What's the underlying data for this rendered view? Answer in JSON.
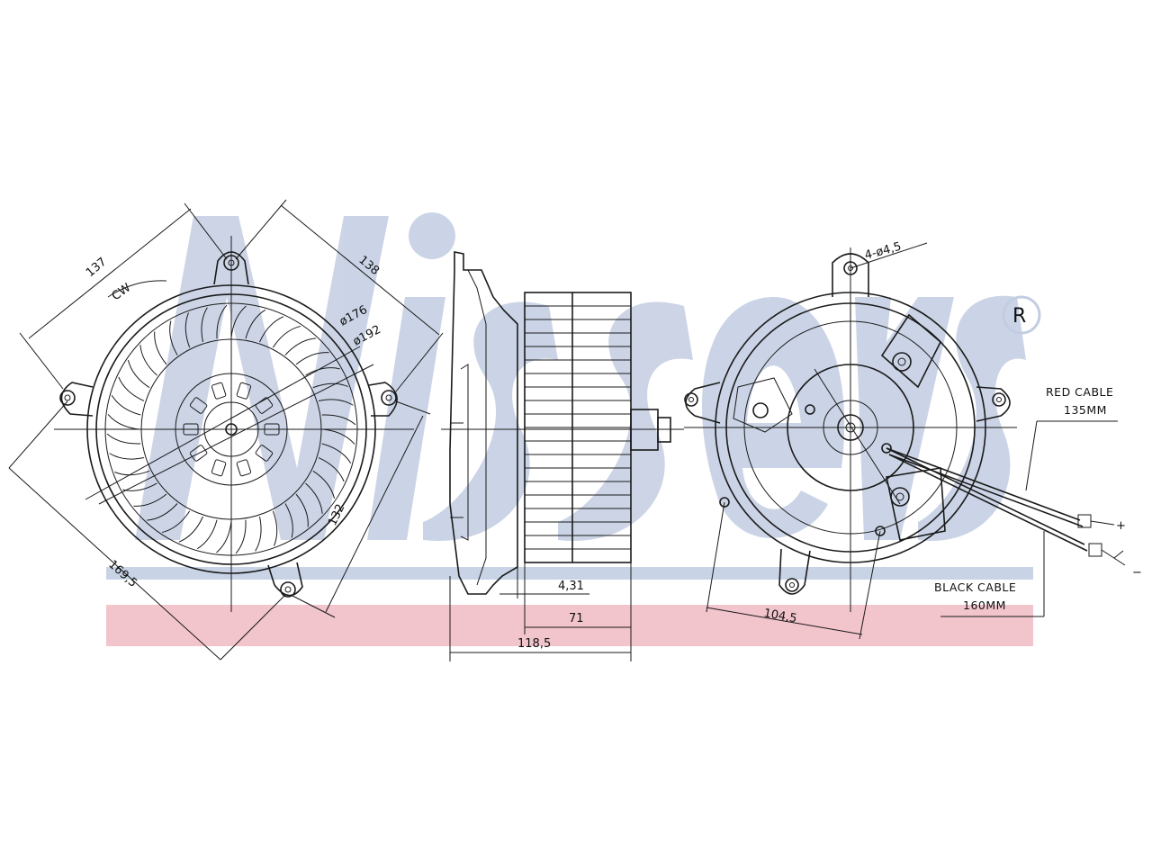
{
  "brand": {
    "watermark_color": "#b7c3da",
    "stripe_color": "#f2c4cc"
  },
  "front_view": {
    "dims": {
      "d137": "137",
      "d138": "138",
      "cw": "CW",
      "d176": "ø176",
      "d192": "ø192",
      "d1695": "169,5",
      "d132": "132"
    }
  },
  "side_view": {
    "dims": {
      "d431": "4,31",
      "d71": "71",
      "d1185": "118,5"
    }
  },
  "rear_view": {
    "dims": {
      "hole": "4-ø4,5",
      "d1045": "104,5"
    },
    "red_cable": {
      "name": "RED CABLE",
      "length": "135MM",
      "sign": "+"
    },
    "black_cable": {
      "name": "BLACK CABLE",
      "length": "160MM",
      "sign": "−"
    }
  }
}
